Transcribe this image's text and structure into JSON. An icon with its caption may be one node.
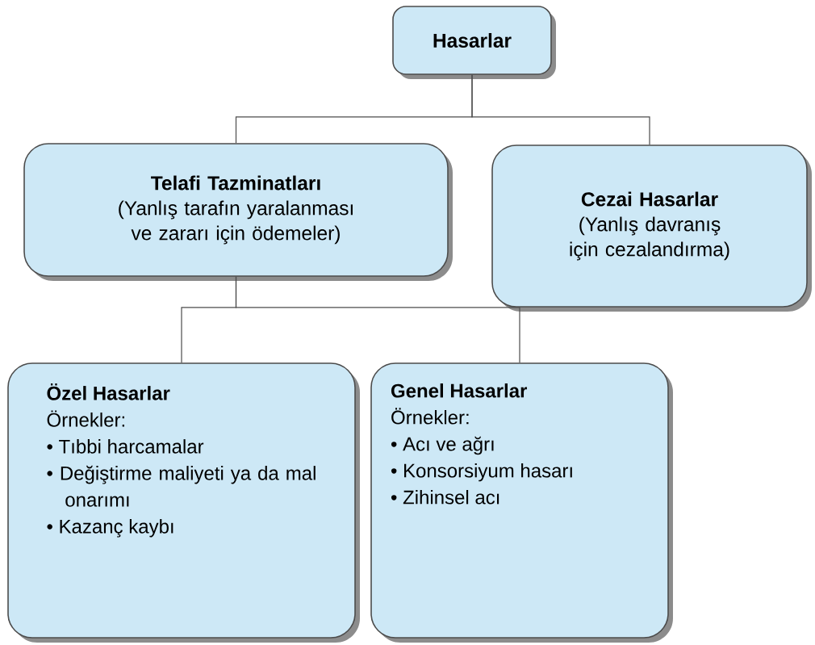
{
  "diagram": {
    "nodes": [
      {
        "text": [
          "Hasarlar"
        ]
      },
      {
        "text": [
          "Telafi Tazminatları",
          "(Yanlış tarafın yaralanması ve zararı için ödemeler)"
        ]
      },
      {
        "text": [
          "Cezai Hasarlar",
          "(Yanlış davranış için cezalandırma)"
        ]
      },
      {
        "text": [
          "Özel Hasarlar",
          "Örnekler:",
          "• Tıbbi harcamalar",
          "• Değiştirme maliyeti ya da mal onarımı",
          "• Kazanç kaybı"
        ]
      },
      {
        "text": [
          "Genel Hasarlar",
          "Örnekler:",
          "• Acı ve ağrı",
          "• Konsorsiyum hasarı",
          "• Zihinsel acı"
        ]
      }
    ],
    "edges": [
      {
        "from": 0,
        "to": 1,
        "arrow": "none"
      },
      {
        "from": 0,
        "to": 2,
        "arrow": "none"
      },
      {
        "from": 1,
        "to": 3,
        "arrow": "none"
      },
      {
        "from": 1,
        "to": 4,
        "arrow": "none"
      }
    ]
  }
}
